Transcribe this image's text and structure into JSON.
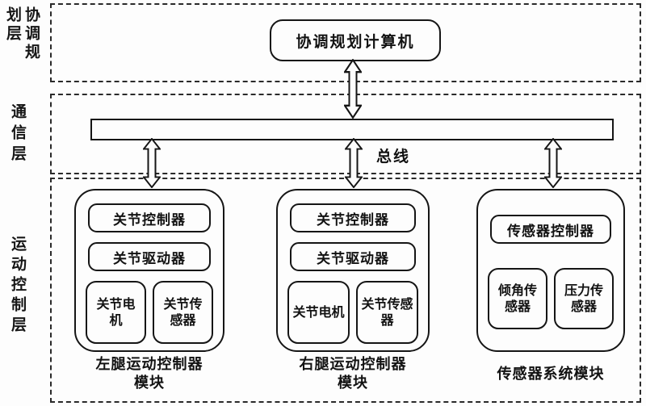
{
  "layers": {
    "planning_label": "协调规划层",
    "communication_label": "通信层",
    "motion_label": "运动控制层"
  },
  "planning": {
    "computer_label": "协调规划计算机"
  },
  "communication": {
    "bus_label": "总线"
  },
  "motion": {
    "modules": [
      {
        "controller": "关节控制器",
        "driver": "关节驱动器",
        "left_unit": "关节电机",
        "right_unit": "关节传感器",
        "caption_line1": "左腿运动控制器",
        "caption_line2": "模块"
      },
      {
        "controller": "关节控制器",
        "driver": "关节驱动器",
        "left_unit": "关节电机",
        "right_unit": "关节传感器",
        "caption_line1": "右腿运动控制器",
        "caption_line2": "模块"
      },
      {
        "controller": "传感器控制器",
        "left_unit": "倾角传感器",
        "right_unit": "压力传感器",
        "caption_line1": "传感器系统模块",
        "caption_line2": ""
      }
    ]
  }
}
